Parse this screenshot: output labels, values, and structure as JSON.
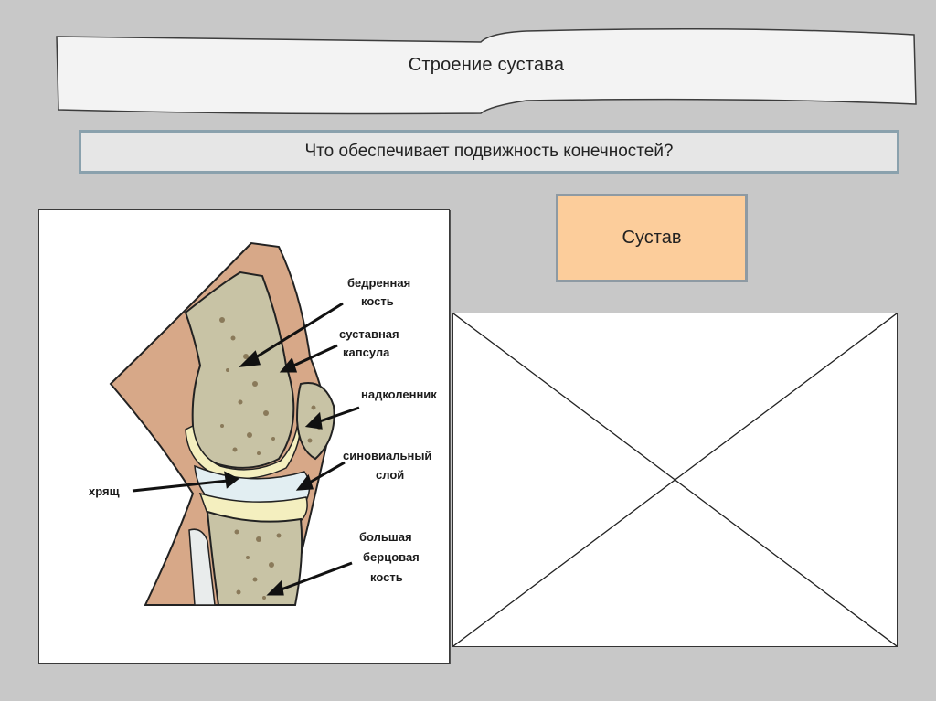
{
  "slide": {
    "title": "Строение сустава",
    "question": "Что обеспечивает подвижность конечностей?",
    "answer": "Сустав"
  },
  "diagram": {
    "labels": {
      "femur_1": "бедренная",
      "femur_2": "кость",
      "capsule_1": "суставная",
      "capsule_2": "капсула",
      "patella": "надколенник",
      "synovial_1": "синовиальный",
      "synovial_2": "слой",
      "cartilage": "хрящ",
      "tibia_1": "большая",
      "tibia_2": "берцовая",
      "tibia_3": "кость"
    },
    "colors": {
      "skin": "#d7a888",
      "bone": "#c8c3a5",
      "bone_spots": "#8a7a5a",
      "cartilage": "#f4efbf",
      "synovial": "#e2eef2"
    }
  },
  "placeholder": {
    "icon": "image-placeholder-icon"
  }
}
